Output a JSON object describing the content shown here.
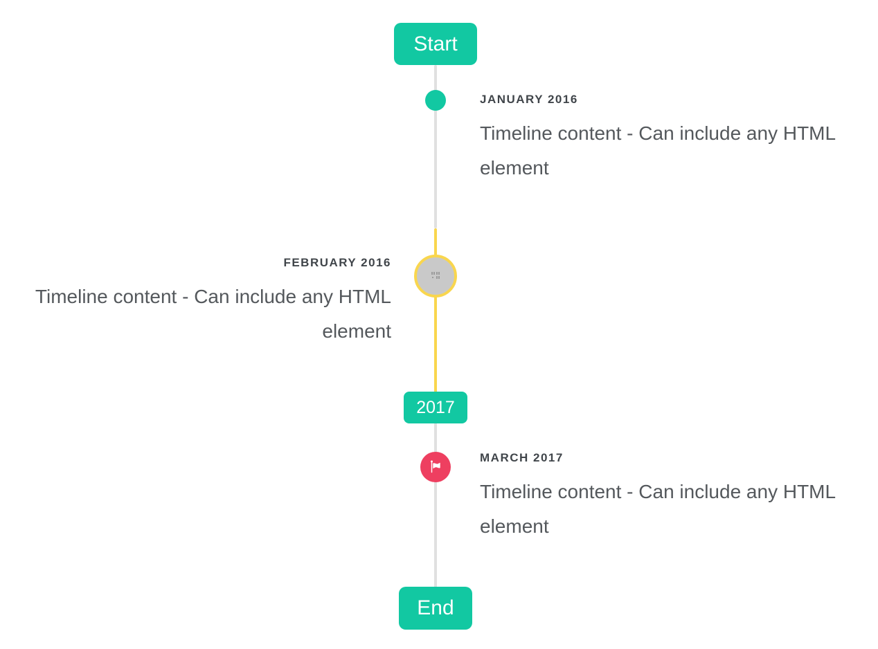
{
  "timeline": {
    "start_label": "Start",
    "year_badge_label": "2017",
    "end_label": "End",
    "entries": [
      {
        "date": "JANUARY 2016",
        "content": "Timeline content - Can include any HTML element",
        "side": "right",
        "marker": "teal-dot"
      },
      {
        "date": "FEBRUARY 2016",
        "content": "Timeline content - Can include any HTML element",
        "side": "left",
        "marker": "gray-circle-yellow-highlight-broken-image"
      },
      {
        "date": "MARCH 2017",
        "content": "Timeline content - Can include any HTML element",
        "side": "right",
        "marker": "red-flag"
      }
    ]
  },
  "colors": {
    "accent_teal": "#12C8A2",
    "highlight_yellow": "#F9D64E",
    "flag_red": "#EE3F60",
    "line_gray": "#E0E0E0",
    "circle_gray": "#C9C9C9",
    "heading_text": "#40454A",
    "body_text": "#54585C"
  }
}
